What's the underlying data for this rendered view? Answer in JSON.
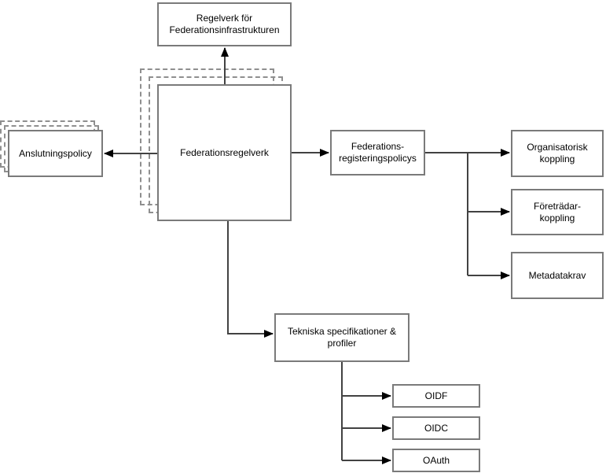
{
  "diagram": {
    "title": "Federation governance diagram",
    "nodes": {
      "regelverk_infra": {
        "label": "Regelverk för\nFederationsinfrastrukturen"
      },
      "federationsregelverk": {
        "label": "Federationsregelverk"
      },
      "anslutningspolicy": {
        "label": "Anslutningspolicy"
      },
      "federations_registeringspolicys": {
        "label": "Federations-\nregisteringspolicys"
      },
      "organisatorisk_koppling": {
        "label": "Organisatorisk\nkoppling"
      },
      "foretradar_koppling": {
        "label": "Företrädar-\nkoppling"
      },
      "metadatakrav": {
        "label": "Metadatakrav"
      },
      "tekniska_specifikationer": {
        "label": "Tekniska specifikationer &\nprofiler"
      },
      "oidf": {
        "label": "OIDF"
      },
      "oidc": {
        "label": "OIDC"
      },
      "oauth": {
        "label": "OAuth"
      }
    },
    "colors": {
      "background": "#ffffff",
      "box_border": "#7a7a7a",
      "dashed_border": "#8f8f8f",
      "connector": "#424242",
      "arrowhead": "#000000",
      "text": "#000000"
    }
  }
}
